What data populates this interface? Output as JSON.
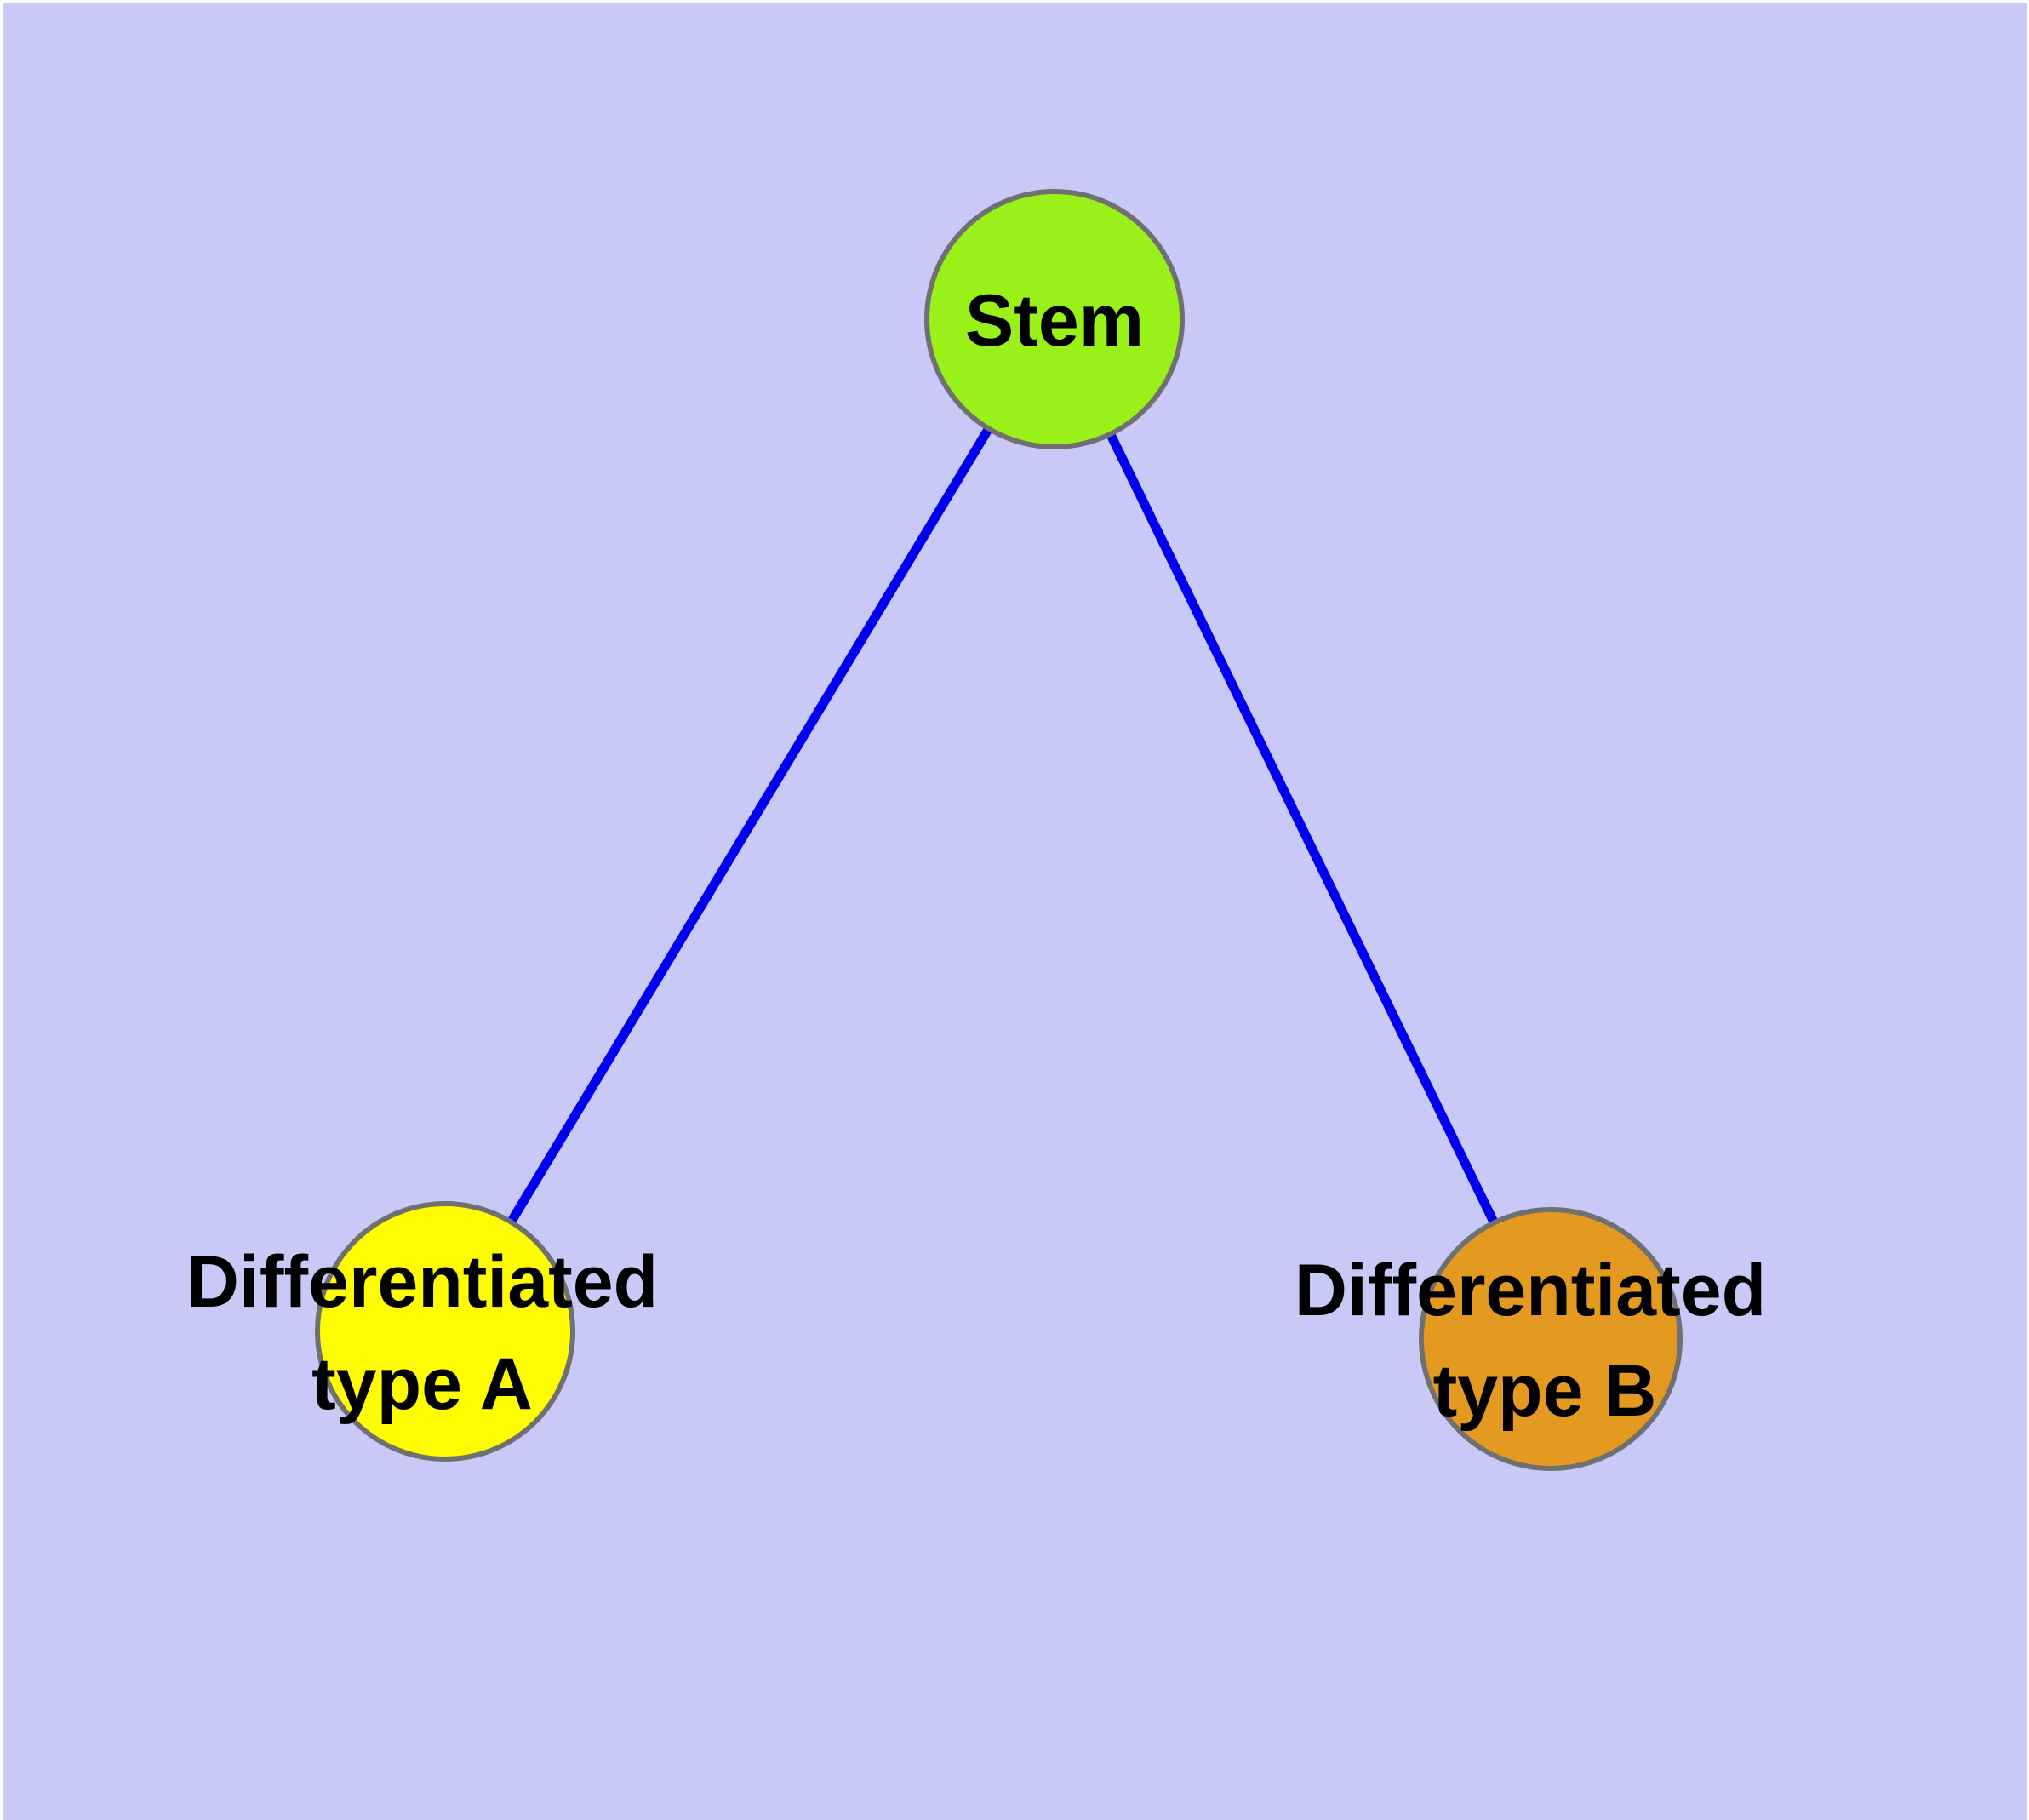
{
  "canvas": {
    "background_color": "#c9c9f8",
    "frame_color": "#ffffff"
  },
  "graph": {
    "nodes": {
      "stem": {
        "label": "Stem",
        "fill_color": "#9af019",
        "border_color": "#707070"
      },
      "type_a": {
        "label_lines": [
          "Differentiated",
          "type A"
        ],
        "fill_color": "#fffb00",
        "border_color": "#707070"
      },
      "type_b": {
        "label_lines": [
          "Differentiated",
          "type B"
        ],
        "fill_color": "#e49a20",
        "border_color": "#707070"
      }
    },
    "edges": {
      "color": "#0000ee",
      "items": [
        {
          "from": "Stem",
          "to": "Differentiated type A"
        },
        {
          "from": "Stem",
          "to": "Differentiated type B"
        }
      ]
    },
    "text_color": "#000000"
  }
}
